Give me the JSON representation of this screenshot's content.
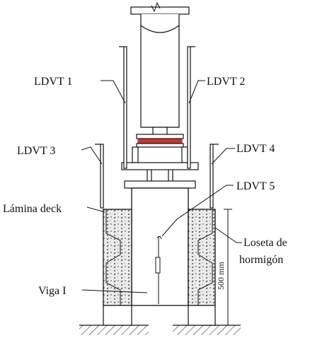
{
  "labels": {
    "ldvt1": "LDVT 1",
    "ldvt2": "LDVT 2",
    "ldvt3": "LDVT 3",
    "ldvt4": "LDVT 4",
    "ldvt5": "LDVT 5",
    "lamina_deck": "Lámina deck",
    "loseta_line1": "Loseta de",
    "loseta_line2": "hormigón",
    "viga": "Viga I",
    "dimension": "500 mm"
  },
  "colors": {
    "line": "#111111",
    "load_plate": "#c0392b",
    "concrete_fill": "#e6e6e6"
  }
}
